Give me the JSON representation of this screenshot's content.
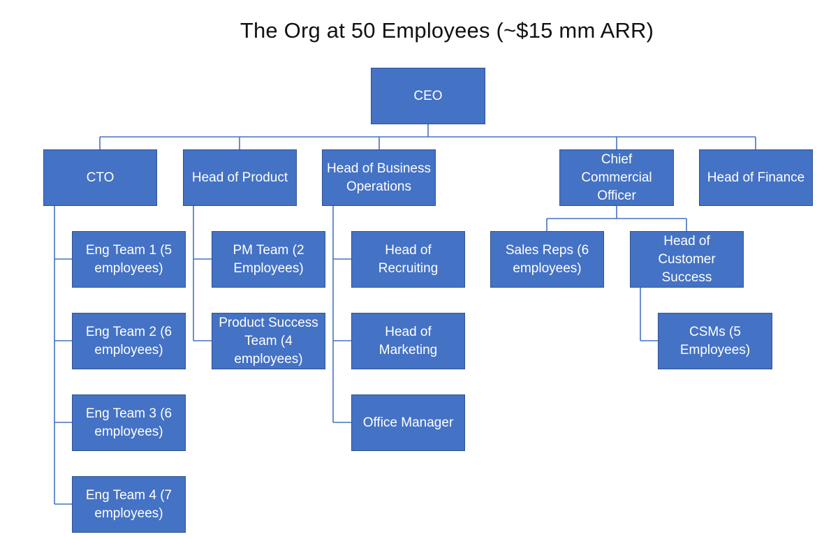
{
  "title": "The Org at 50 Employees (~$15 mm ARR)",
  "colors": {
    "box_fill": "#4472c4",
    "box_border": "#2f528f",
    "line": "#4472c4",
    "box_text": "#ffffff"
  },
  "nodes": {
    "ceo": "CEO",
    "cto": "CTO",
    "head_product": "Head of Product",
    "head_bizops": "Head of Business\nOperations",
    "cco": "Chief\nCommercial\nOfficer",
    "head_finance": "Head of Finance",
    "eng1": "Eng Team 1 (5\nemployees)",
    "eng2": "Eng Team 2 (6\nemployees)",
    "eng3": "Eng Team 3 (6\nemployees)",
    "eng4": "Eng Team 4 (7\nemployees)",
    "pm_team": "PM Team (2\nEmployees)",
    "ps_team": "Product Success\nTeam (4\nemployees)",
    "recruiting": "Head of\nRecruiting",
    "marketing": "Head of\nMarketing",
    "office_mgr": "Office Manager",
    "sales_reps": "Sales Reps (6\nemployees)",
    "cs_head": "Head of\nCustomer\nSuccess",
    "csms": "CSMs (5\nEmployees)"
  }
}
